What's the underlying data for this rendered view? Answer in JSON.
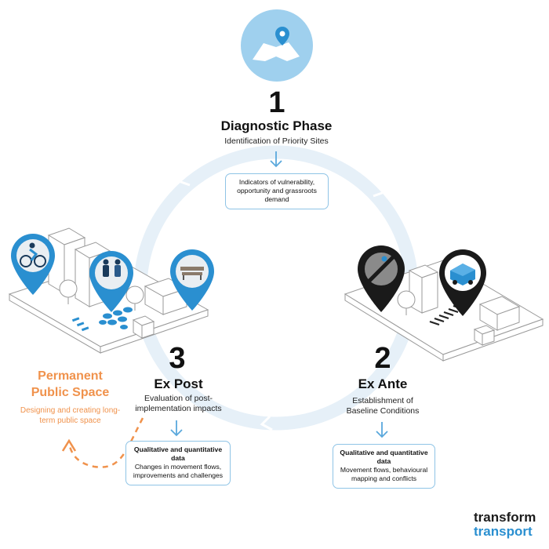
{
  "phase1": {
    "number": "1",
    "title": "Diagnostic Phase",
    "subtitle": "Identification of Priority Sites",
    "box": "Indicators of vulnerability, opportunity and grassroots demand"
  },
  "phase2": {
    "number": "2",
    "title": "Ex Ante",
    "subtitle": "Establishment of Baseline Conditions",
    "box_heading": "Qualitative and quantitative data",
    "box_text": "Movement flows, behavioural mapping and conflicts"
  },
  "phase3": {
    "number": "3",
    "title": "Ex Post",
    "subtitle": "Evaluation of post-implementation impacts",
    "box_heading": "Qualitative and quantitative data",
    "box_text": "Changes in movement flows, improvements and challenges"
  },
  "permanent": {
    "title": "Permanent Public Space",
    "subtitle": "Designing and creating long-term public space"
  },
  "logo": {
    "line1": "transform",
    "line2": "transport"
  },
  "colors": {
    "cycle": "#e6f0f8",
    "accent_blue": "#2a8fd0",
    "light_blue": "#9fd0ee",
    "orange": "#f0924c",
    "dark_pin": "#1a1a1a"
  },
  "icons": [
    "map-pin-icon",
    "cyclist-pin-icon",
    "pedestrians-pin-icon",
    "bench-pin-icon",
    "no-cycling-pin-icon",
    "vehicle-pin-icon"
  ]
}
